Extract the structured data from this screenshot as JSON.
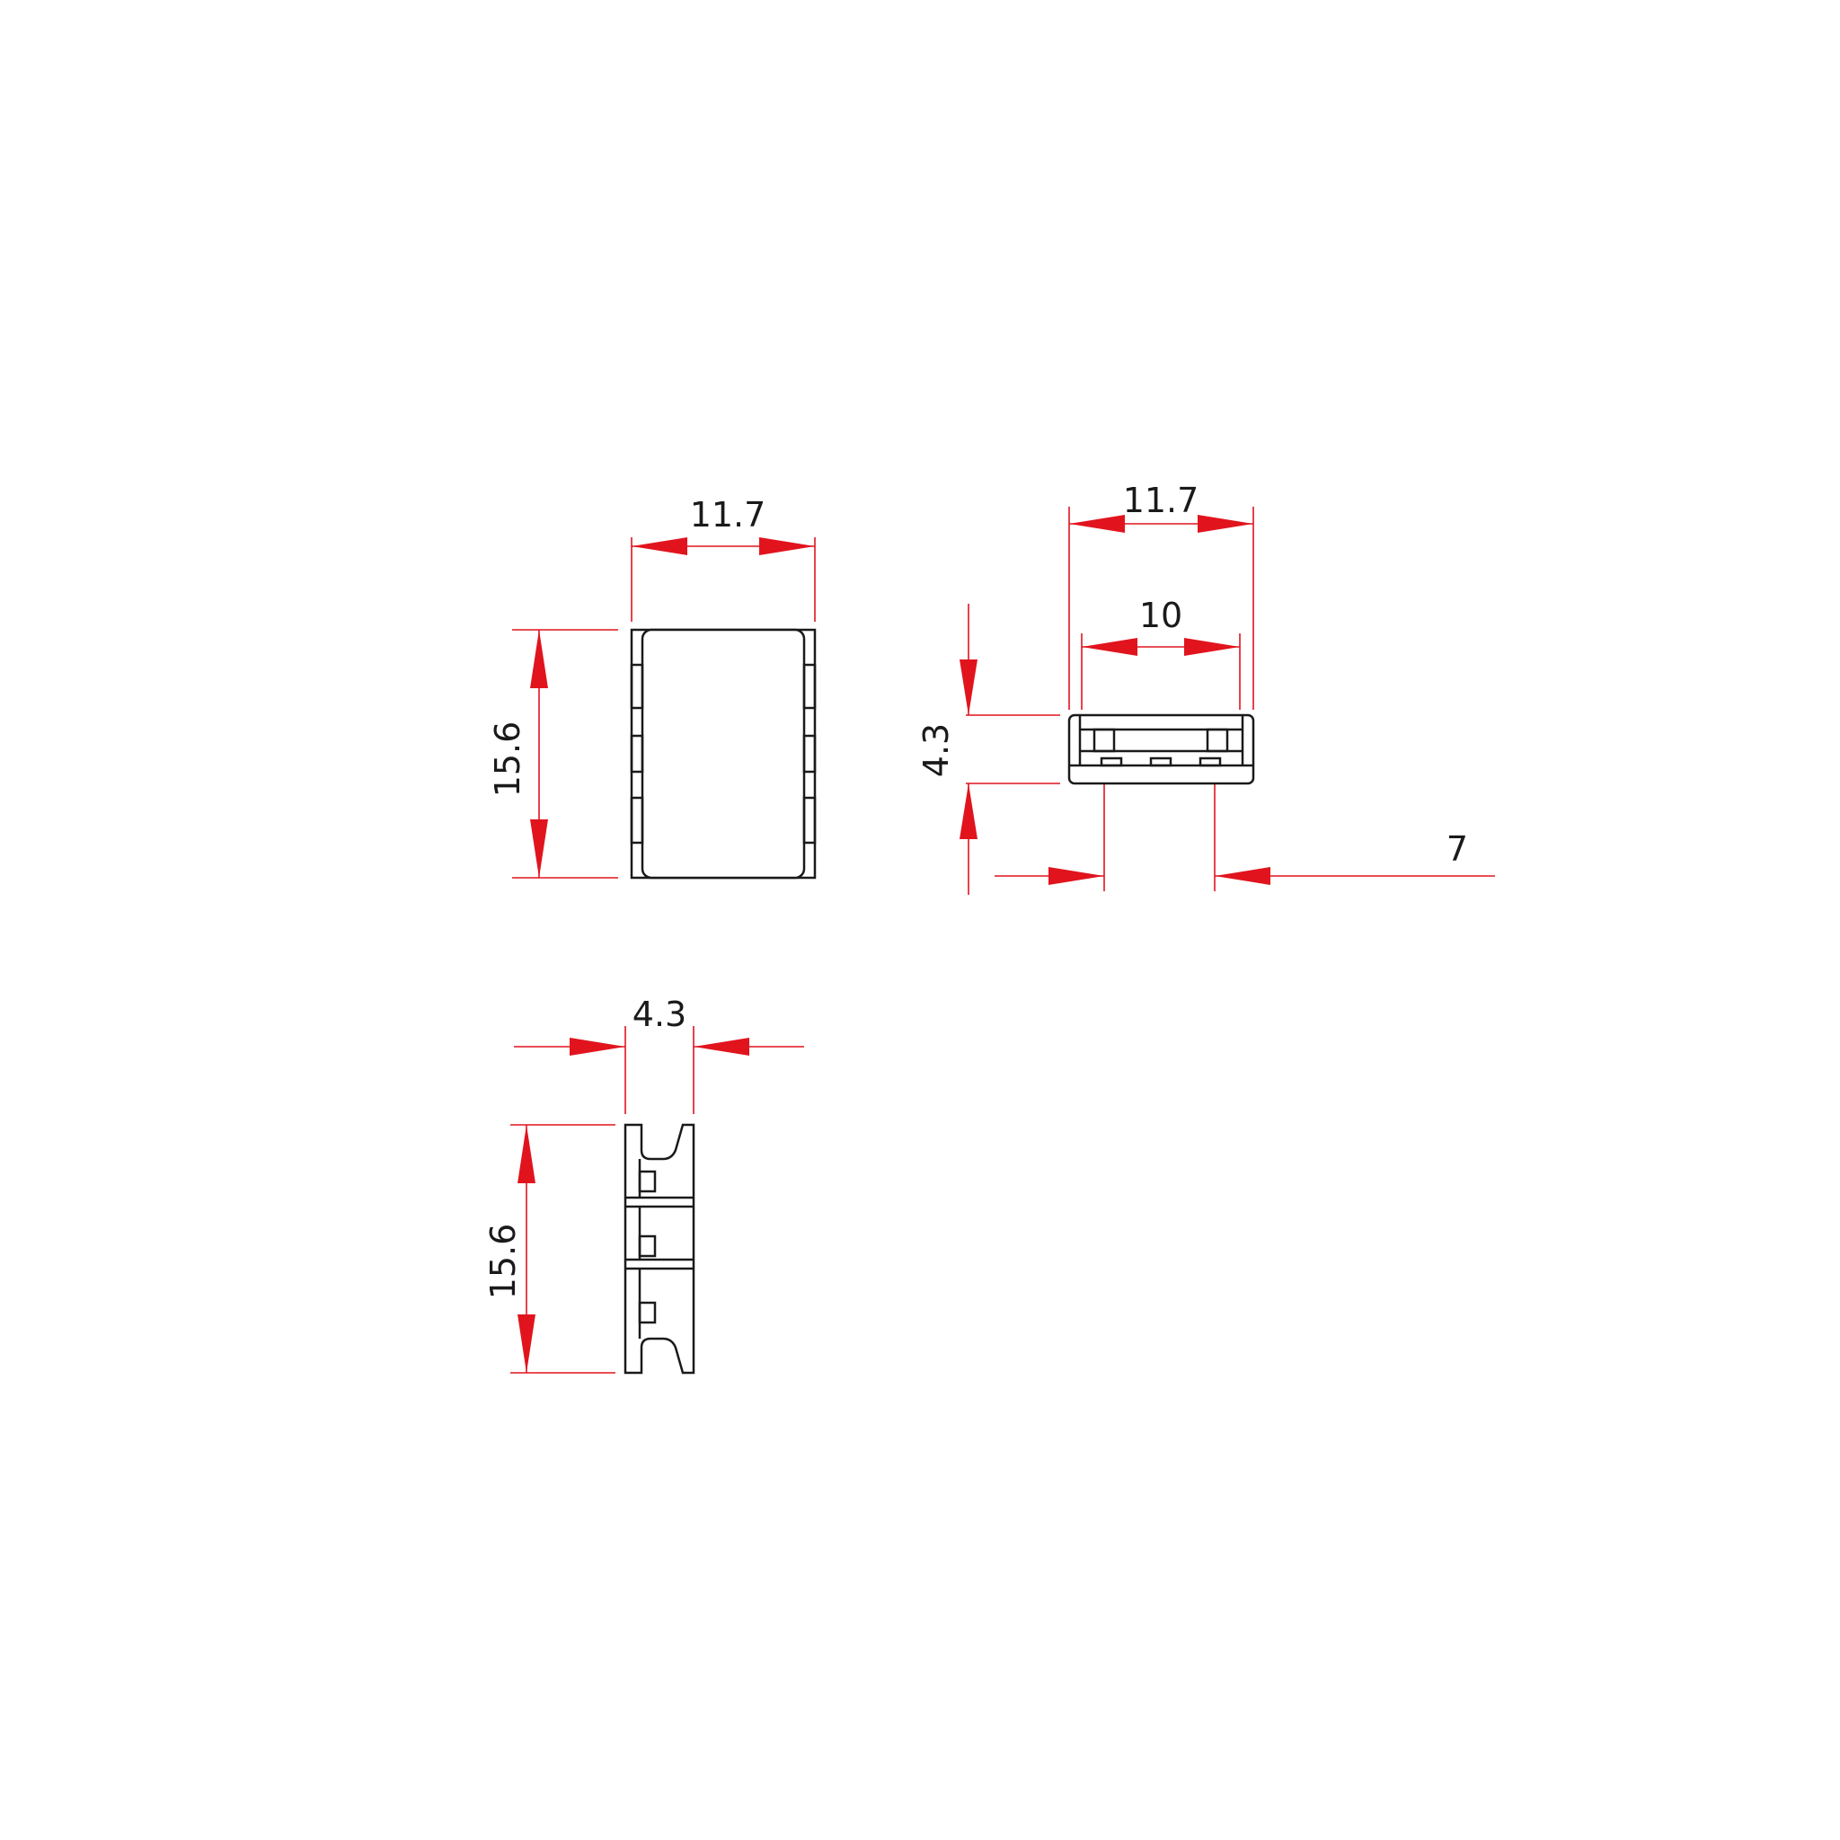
{
  "colors": {
    "dimension": "#e1141e",
    "outline": "#1a1a1a",
    "background": "#ffffff"
  },
  "views": {
    "top": {
      "width_label": "11.7",
      "height_label": "15.6"
    },
    "front": {
      "width_label": "11.7",
      "inner_width_label": "10",
      "height_label": "4.3",
      "pin_label": "7"
    },
    "side": {
      "width_label": "4.3",
      "height_label": "15.6"
    }
  }
}
